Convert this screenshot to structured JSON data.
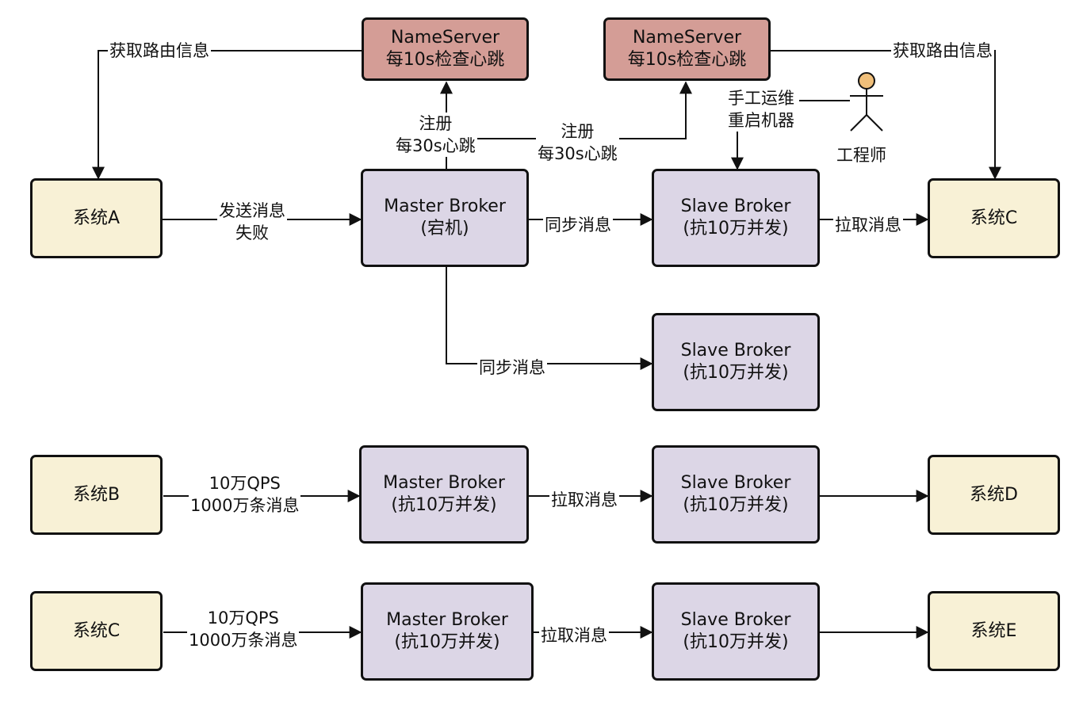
{
  "nodes": {
    "nameserver_left": {
      "line1": "NameServer",
      "line2": "每10s检查心跳"
    },
    "nameserver_right": {
      "line1": "NameServer",
      "line2": "每10s检查心跳"
    },
    "system_a": "系统A",
    "system_c_top": "系统C",
    "master_top": {
      "line1": "Master Broker",
      "line2": "(宕机)"
    },
    "slave_top": {
      "line1": "Slave Broker",
      "line2": "(抗10万并发)"
    },
    "slave_mid": {
      "line1": "Slave Broker",
      "line2": "(抗10万并发)"
    },
    "system_b": "系统B",
    "master_b": {
      "line1": "Master Broker",
      "line2": "(抗10万并发)"
    },
    "slave_b": {
      "line1": "Slave Broker",
      "line2": "(抗10万并发)"
    },
    "system_d": "系统D",
    "system_c_bottom": "系统C",
    "master_c": {
      "line1": "Master Broker",
      "line2": "(抗10万并发)"
    },
    "slave_c": {
      "line1": "Slave Broker",
      "line2": "(抗10万并发)"
    },
    "system_e": "系统E"
  },
  "edge_labels": {
    "route_left": "获取路由信息",
    "route_right": "获取路由信息",
    "register_left": {
      "line1": "注册",
      "line2": "每30s心跳"
    },
    "register_right": {
      "line1": "注册",
      "line2": "每30s心跳"
    },
    "send_fail": {
      "line1": "发送消息",
      "line2": "失败"
    },
    "sync_top": "同步消息",
    "pull_top": "拉取消息",
    "sync_mid": "同步消息",
    "manual_ops": {
      "line1": "手工运维",
      "line2": "重启机器"
    },
    "qps_b": {
      "line1": "10万QPS",
      "line2": "1000万条消息"
    },
    "pull_b": "拉取消息",
    "qps_c": {
      "line1": "10万QPS",
      "line2": "1000万条消息"
    },
    "pull_c": "拉取消息"
  },
  "actor": {
    "name": "工程师",
    "icon": "engineer-stick-figure-icon"
  },
  "colors": {
    "system_fill": "#f8f1d6",
    "broker_fill": "#dcd6e6",
    "nameserver_fill": "#d49d96",
    "actor_head": "#f0bf7a",
    "stroke": "#111111"
  }
}
